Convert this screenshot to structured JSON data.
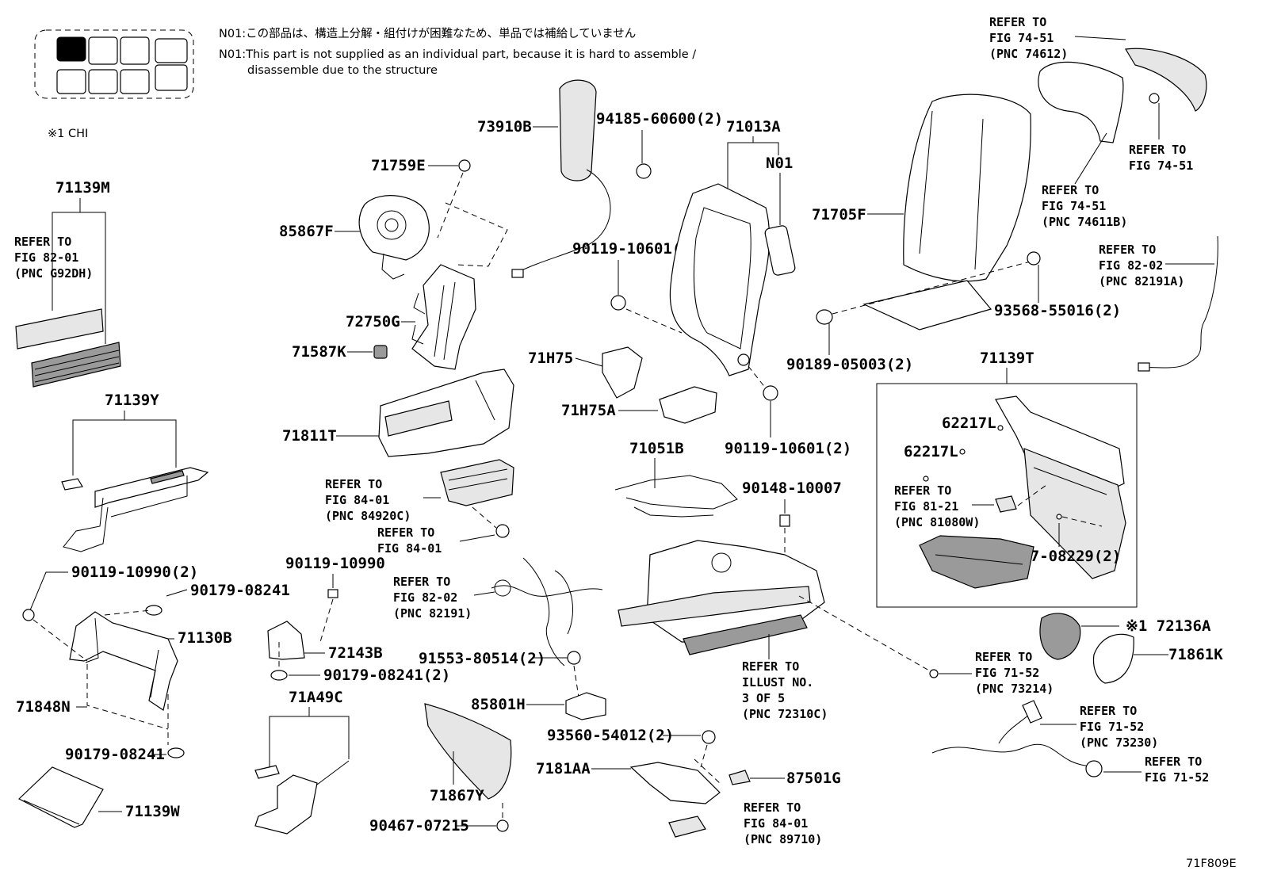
{
  "notes": {
    "n01_jp": "N01:この部品は、構造上分解・組付けが困難なため、単品では補給していません",
    "n01_en_1": "N01:This part is not supplied as an individual part, because it is hard to assemble /",
    "n01_en_2": "disassemble due to the structure",
    "chi": "※1 CHI",
    "drawing_id": "71F809E"
  },
  "parts": {
    "p71139M": "71139M",
    "p71139Y": "71139Y",
    "p90119_10990_2": "90119-10990(2)",
    "p90179_08241_a": "90179-08241",
    "p71130B": "71130B",
    "p71848N": "71848N",
    "p90179_08241_b": "90179-08241",
    "p71139W": "71139W",
    "p71759E": "71759E",
    "p85867F": "85867F",
    "p72750G": "72750G",
    "p71587K": "71587K",
    "p71811T": "71811T",
    "p73910B": "73910B",
    "p94185_60600_2": "94185-60600(2)",
    "p90119_10601_2a": "90119-10601(2)",
    "p71013A": "71013A",
    "pN01": "N01",
    "p71H75": "71H75",
    "p71H75A": "71H75A",
    "p90119_10601_2b": "90119-10601(2)",
    "p71051B": "71051B",
    "p90148_10007": "90148-10007",
    "p90119_10990": "90119-10990",
    "p72143B": "72143B",
    "p90179_08241_2": "90179-08241(2)",
    "p71A49C": "71A49C",
    "p91553_80514_2": "91553-80514(2)",
    "p85801H": "85801H",
    "p93560_54012_2": "93560-54012(2)",
    "p7181AA": "7181AA",
    "p87501G": "87501G",
    "p71867Y": "71867Y",
    "p90467_07215": "90467-07215",
    "p71705F": "71705F",
    "p93568_55016_2": "93568-55016(2)",
    "p90189_05003_2": "90189-05003(2)",
    "p71139T": "71139T",
    "p62217L_a": "62217L",
    "p62217L_b": "62217L",
    "p90467_08229_2": "90467-08229(2)",
    "p72136A": "※1 72136A",
    "p71861K": "71861K"
  },
  "refs": {
    "r_fig8201_a": [
      "REFER TO",
      "FIG 82-01",
      "(PNC G92DH)"
    ],
    "r_fig8401_a": [
      "REFER TO",
      "FIG 84-01",
      "(PNC 84920C)"
    ],
    "r_fig8401_b": [
      "REFER TO",
      "FIG 84-01"
    ],
    "r_fig8202_a": [
      "REFER TO",
      "FIG 82-02",
      "(PNC 82191)"
    ],
    "r_illust": [
      "REFER TO",
      "ILLUST NO.",
      "3 OF 5",
      "(PNC 72310C)"
    ],
    "r_fig8401_c": [
      "REFER TO",
      "FIG 84-01",
      "(PNC 89710)"
    ],
    "r_fig7451_a": [
      "REFER TO",
      "FIG 74-51",
      "(PNC 74612)"
    ],
    "r_fig7451_b": [
      "REFER TO",
      "FIG 74-51"
    ],
    "r_fig7451_c": [
      "REFER TO",
      "FIG 74-51",
      "(PNC 74611B)"
    ],
    "r_fig8202_b": [
      "REFER TO",
      "FIG 82-02",
      "(PNC 82191A)"
    ],
    "r_fig8121": [
      "REFER TO",
      "FIG 81-21",
      "(PNC 81080W)"
    ],
    "r_fig7152_a": [
      "REFER TO",
      "FIG 71-52",
      "(PNC 73214)"
    ],
    "r_fig7152_b": [
      "REFER TO",
      "FIG 71-52",
      "(PNC 73230)"
    ],
    "r_fig7152_c": [
      "REFER TO",
      "FIG 71-52"
    ]
  }
}
